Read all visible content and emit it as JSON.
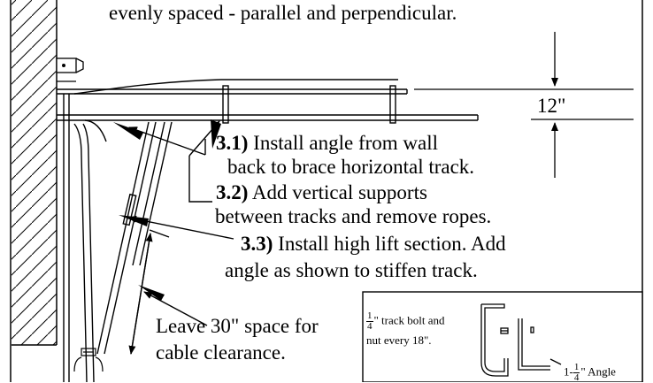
{
  "header_text": "evenly spaced - parallel and perpendicular.",
  "dimension_label": "12\"",
  "steps": [
    {
      "number": "3.1)",
      "line1": " Install angle from wall",
      "line2": "back to brace horizontal track."
    },
    {
      "number": "3.2)",
      "line1": " Add vertical supports",
      "line2": "between tracks and remove ropes."
    },
    {
      "number": "3.3)",
      "line1": " Install high lift section. Add",
      "line2": "angle as shown to stiffen track."
    }
  ],
  "clearance_note": {
    "line1": "Leave 30\" space for",
    "line2": "cable clearance."
  },
  "inset": {
    "fraction_num": "1",
    "fraction_den": "4",
    "bolt_text_1": "\" track bolt and",
    "bolt_text_2": "nut every 18\".",
    "angle_whole": "1-",
    "angle_num": "1",
    "angle_den": "4",
    "angle_text": "\" Angle"
  }
}
